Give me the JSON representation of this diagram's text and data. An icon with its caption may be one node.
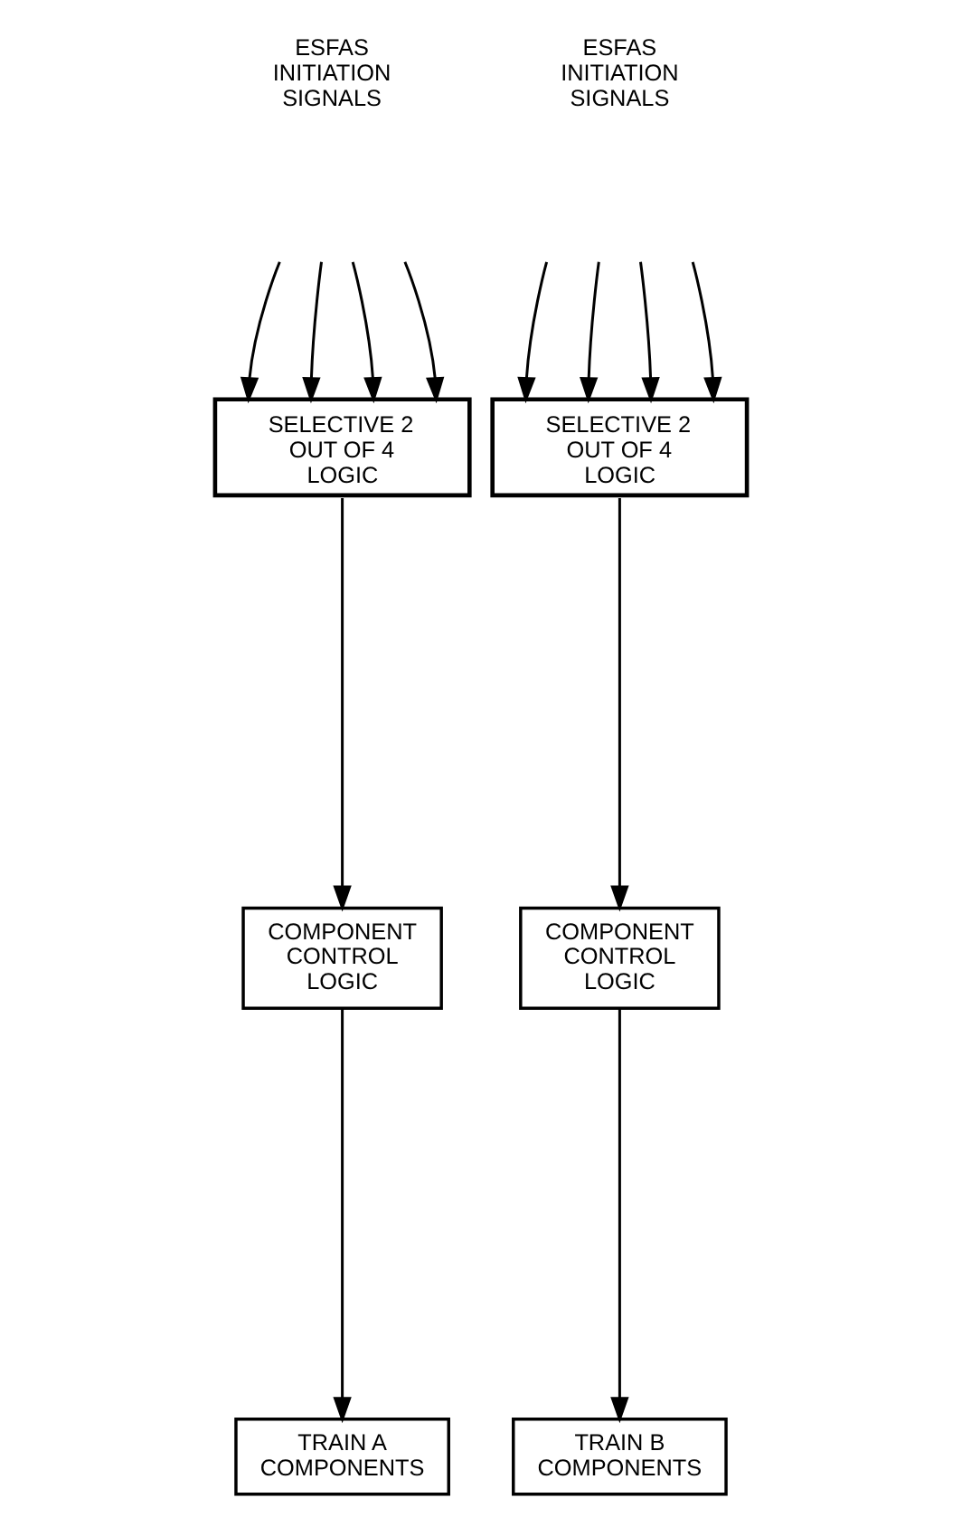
{
  "diagram": {
    "nodes": [
      {
        "text": [
          "SELECTIVE 2 OUT OF 4 LOGIC"
        ]
      },
      {
        "text": [
          "COMPONENT CONTROL LOGIC"
        ]
      },
      {
        "text": [
          "TRAIN A COMPONENTS"
        ]
      },
      {
        "text": [
          "SELECTIVE 2 OUT OF 4 LOGIC"
        ]
      },
      {
        "text": [
          "COMPONENT CONTROL LOGIC"
        ]
      },
      {
        "text": [
          "TRAIN B COMPONENTS"
        ]
      }
    ],
    "edges": [
      {
        "from": null,
        "to": 0,
        "arrow": "to"
      },
      {
        "from": null,
        "to": 0,
        "arrow": "to"
      },
      {
        "from": null,
        "to": 0,
        "arrow": "to"
      },
      {
        "from": null,
        "to": 0,
        "arrow": "to"
      },
      {
        "from": 0,
        "to": 1,
        "arrow": "to"
      },
      {
        "from": 1,
        "to": 2,
        "arrow": "to"
      },
      {
        "from": null,
        "to": 3,
        "arrow": "to"
      },
      {
        "from": null,
        "to": 3,
        "arrow": "to"
      },
      {
        "from": null,
        "to": 3,
        "arrow": "to"
      },
      {
        "from": null,
        "to": 3,
        "arrow": "to"
      },
      {
        "from": 3,
        "to": 4,
        "arrow": "to"
      },
      {
        "from": 4,
        "to": 5,
        "arrow": "to"
      }
    ],
    "labels": [
      "ESFAS INITIATION SIGNALS",
      "ESFAS INITIATION SIGNALS"
    ]
  }
}
